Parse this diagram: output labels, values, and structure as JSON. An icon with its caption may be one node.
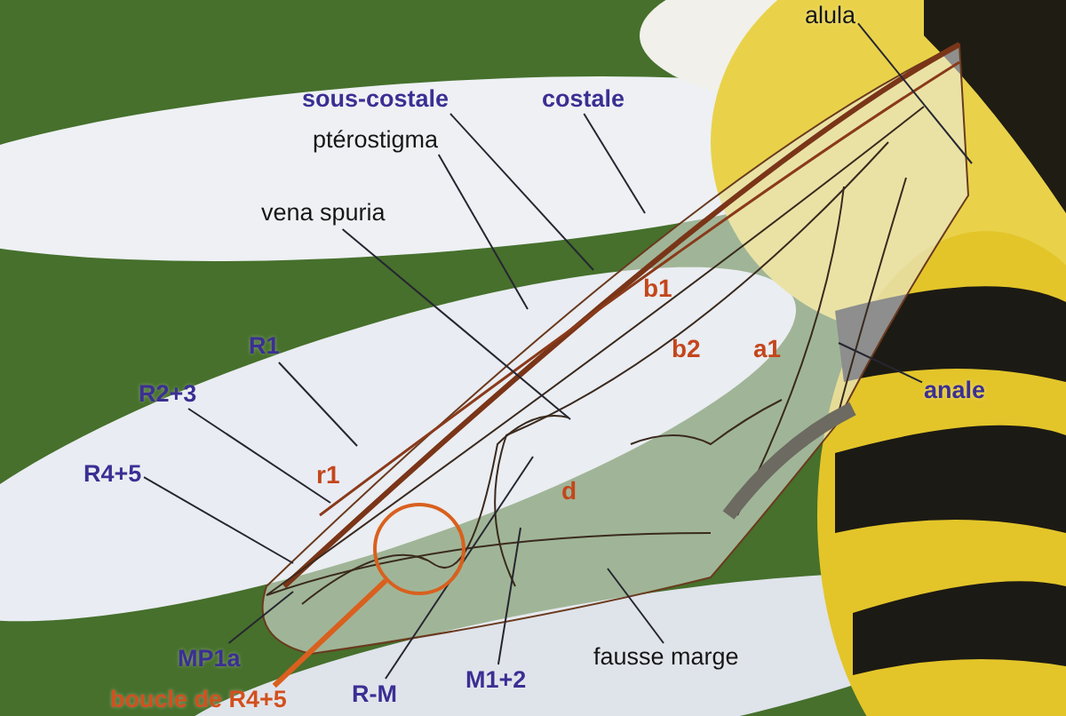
{
  "diagram": {
    "nodes": [
      {
        "text": [
          "alula"
        ]
      },
      {
        "text": [
          "sous-costale"
        ]
      },
      {
        "text": [
          "costale"
        ]
      },
      {
        "text": [
          "ptérostigma"
        ]
      },
      {
        "text": [
          "vena spuria"
        ]
      },
      {
        "text": [
          "R1"
        ]
      },
      {
        "text": [
          "R2+3"
        ]
      },
      {
        "text": [
          "anale"
        ]
      },
      {
        "text": [
          "R4+5"
        ]
      },
      {
        "text": [],
        "shape": "circle"
      },
      {
        "text": [
          "MP1a"
        ]
      },
      {
        "text": [
          "R-M"
        ]
      },
      {
        "text": [
          "M1+2"
        ]
      },
      {
        "text": [
          "fausse marge"
        ]
      },
      {
        "text": [
          "boucle de R4+5"
        ]
      }
    ],
    "edges": [
      {
        "from": 0,
        "to": null,
        "arrow": "none"
      },
      {
        "from": 1,
        "to": null,
        "arrow": "none"
      },
      {
        "from": 2,
        "to": null,
        "arrow": "none"
      },
      {
        "from": 3,
        "to": null,
        "arrow": "none"
      },
      {
        "from": 4,
        "to": null,
        "arrow": "none"
      },
      {
        "from": 5,
        "to": null,
        "arrow": "none"
      },
      {
        "from": 6,
        "to": null,
        "arrow": "none"
      },
      {
        "from": 7,
        "to": null,
        "arrow": "none"
      },
      {
        "from": 8,
        "to": null,
        "arrow": "none"
      },
      {
        "from": 10,
        "to": null,
        "arrow": "none"
      },
      {
        "from": 11,
        "to": null,
        "arrow": "none"
      },
      {
        "from": 12,
        "to": null,
        "arrow": "none"
      },
      {
        "from": 13,
        "to": null,
        "arrow": "none"
      },
      {
        "from": 14,
        "to": 9,
        "arrow": "none",
        "color": "#d9601e",
        "style": "thick"
      }
    ],
    "labels": [
      "b1",
      "b2",
      "a1",
      "r1",
      "d"
    ]
  }
}
